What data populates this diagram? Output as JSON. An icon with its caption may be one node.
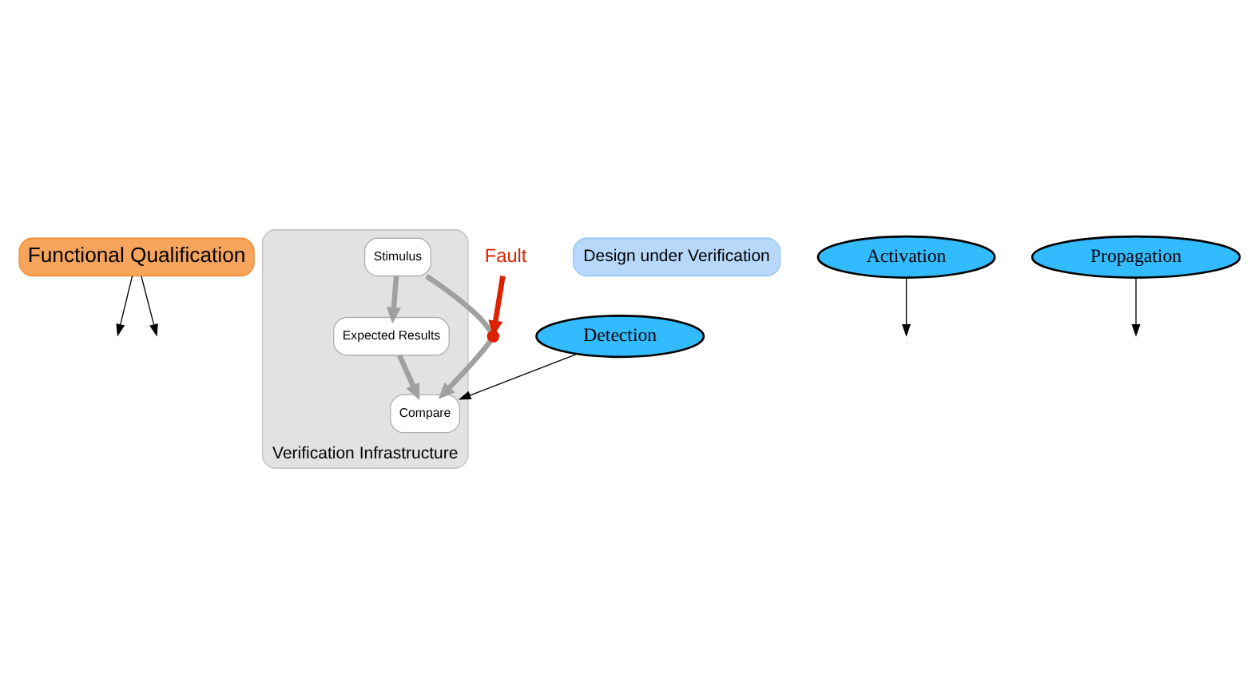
{
  "diagram": {
    "nodes": [
      {
        "text": [
          "Functional Qualification"
        ]
      },
      {
        "text": [
          "Verification Infrastructure"
        ]
      },
      {
        "text": [
          "Stimulus"
        ],
        "in": 1
      },
      {
        "text": [
          "Compare"
        ],
        "in": 1
      },
      {
        "text": [
          "Design under Verification"
        ]
      },
      {
        "text": [
          "Expected Results"
        ],
        "in": 1
      },
      {
        "text": [
          "Activation"
        ]
      },
      {
        "text": [
          "Fault"
        ]
      },
      {
        "text": [
          "Propagation"
        ]
      },
      {
        "text": [
          "Detection"
        ]
      },
      {
        "text": [],
        "shape": "circle"
      }
    ],
    "edges": [
      {
        "from": 0,
        "to": null,
        "arrow": "to"
      },
      {
        "from": 0,
        "to": null,
        "arrow": "to"
      },
      {
        "from": 2,
        "to": 10,
        "arrow": "none",
        "style": "thick",
        "color": "#a0a0a0"
      },
      {
        "from": 10,
        "to": 3,
        "arrow": "to",
        "style": "thick",
        "color": "#a0a0a0"
      },
      {
        "from": 2,
        "to": 5,
        "arrow": "to",
        "style": "thick",
        "color": "#a0a0a0"
      },
      {
        "from": 5,
        "to": 3,
        "arrow": "to",
        "style": "thick",
        "color": "#a0a0a0"
      },
      {
        "from": 6,
        "to": null,
        "arrow": "to"
      },
      {
        "from": 7,
        "to": 10,
        "arrow": "to",
        "style": "thick",
        "color": "#dd2200"
      },
      {
        "from": 8,
        "to": null,
        "arrow": "to"
      },
      {
        "from": 9,
        "to": 3,
        "arrow": "to"
      }
    ]
  }
}
